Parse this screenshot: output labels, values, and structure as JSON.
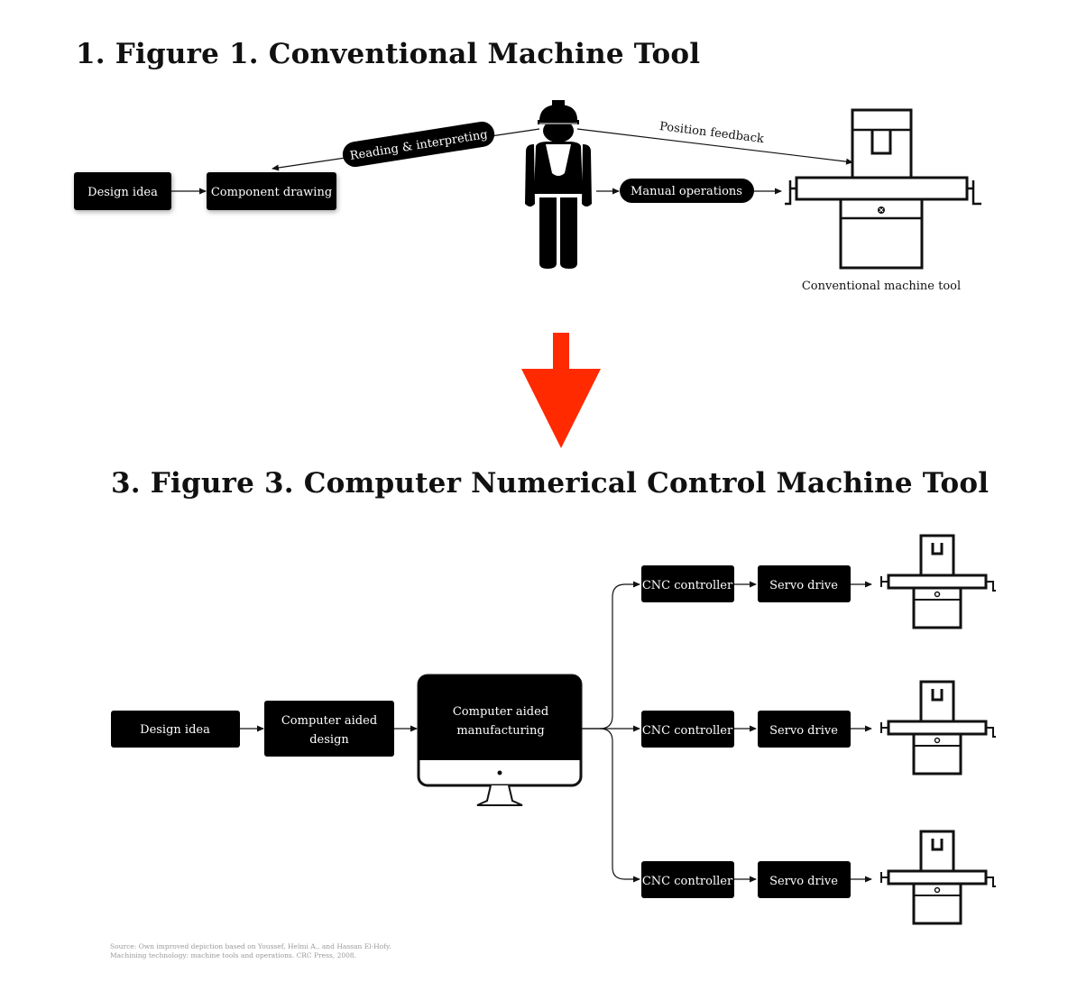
{
  "figure1": {
    "title": "1. Figure 1. Conventional Machine Tool",
    "design_idea": "Design idea",
    "component_drawing": "Component drawing",
    "reading": "Reading & interpreting",
    "position_feedback": "Position feedback",
    "manual_operations": "Manual operations",
    "machine_caption": "Conventional machine tool"
  },
  "figure3": {
    "title": "3. Figure 3. Computer Numerical Control Machine Tool",
    "design_idea": "Design idea",
    "cad_line1": "Computer aided",
    "cad_line2": "design",
    "cam_line1": "Computer aided",
    "cam_line2": "manufacturing",
    "cnc_controller": "CNC controller",
    "servo_drive": "Servo drive"
  },
  "transition_arrow_color": "#ff2a00",
  "source_text": "Source: Own improved depiction based on Youssef, Helmi A., and Hassan El-Hofy. Machining technology: machine tools and operations. CRC Press, 2008."
}
